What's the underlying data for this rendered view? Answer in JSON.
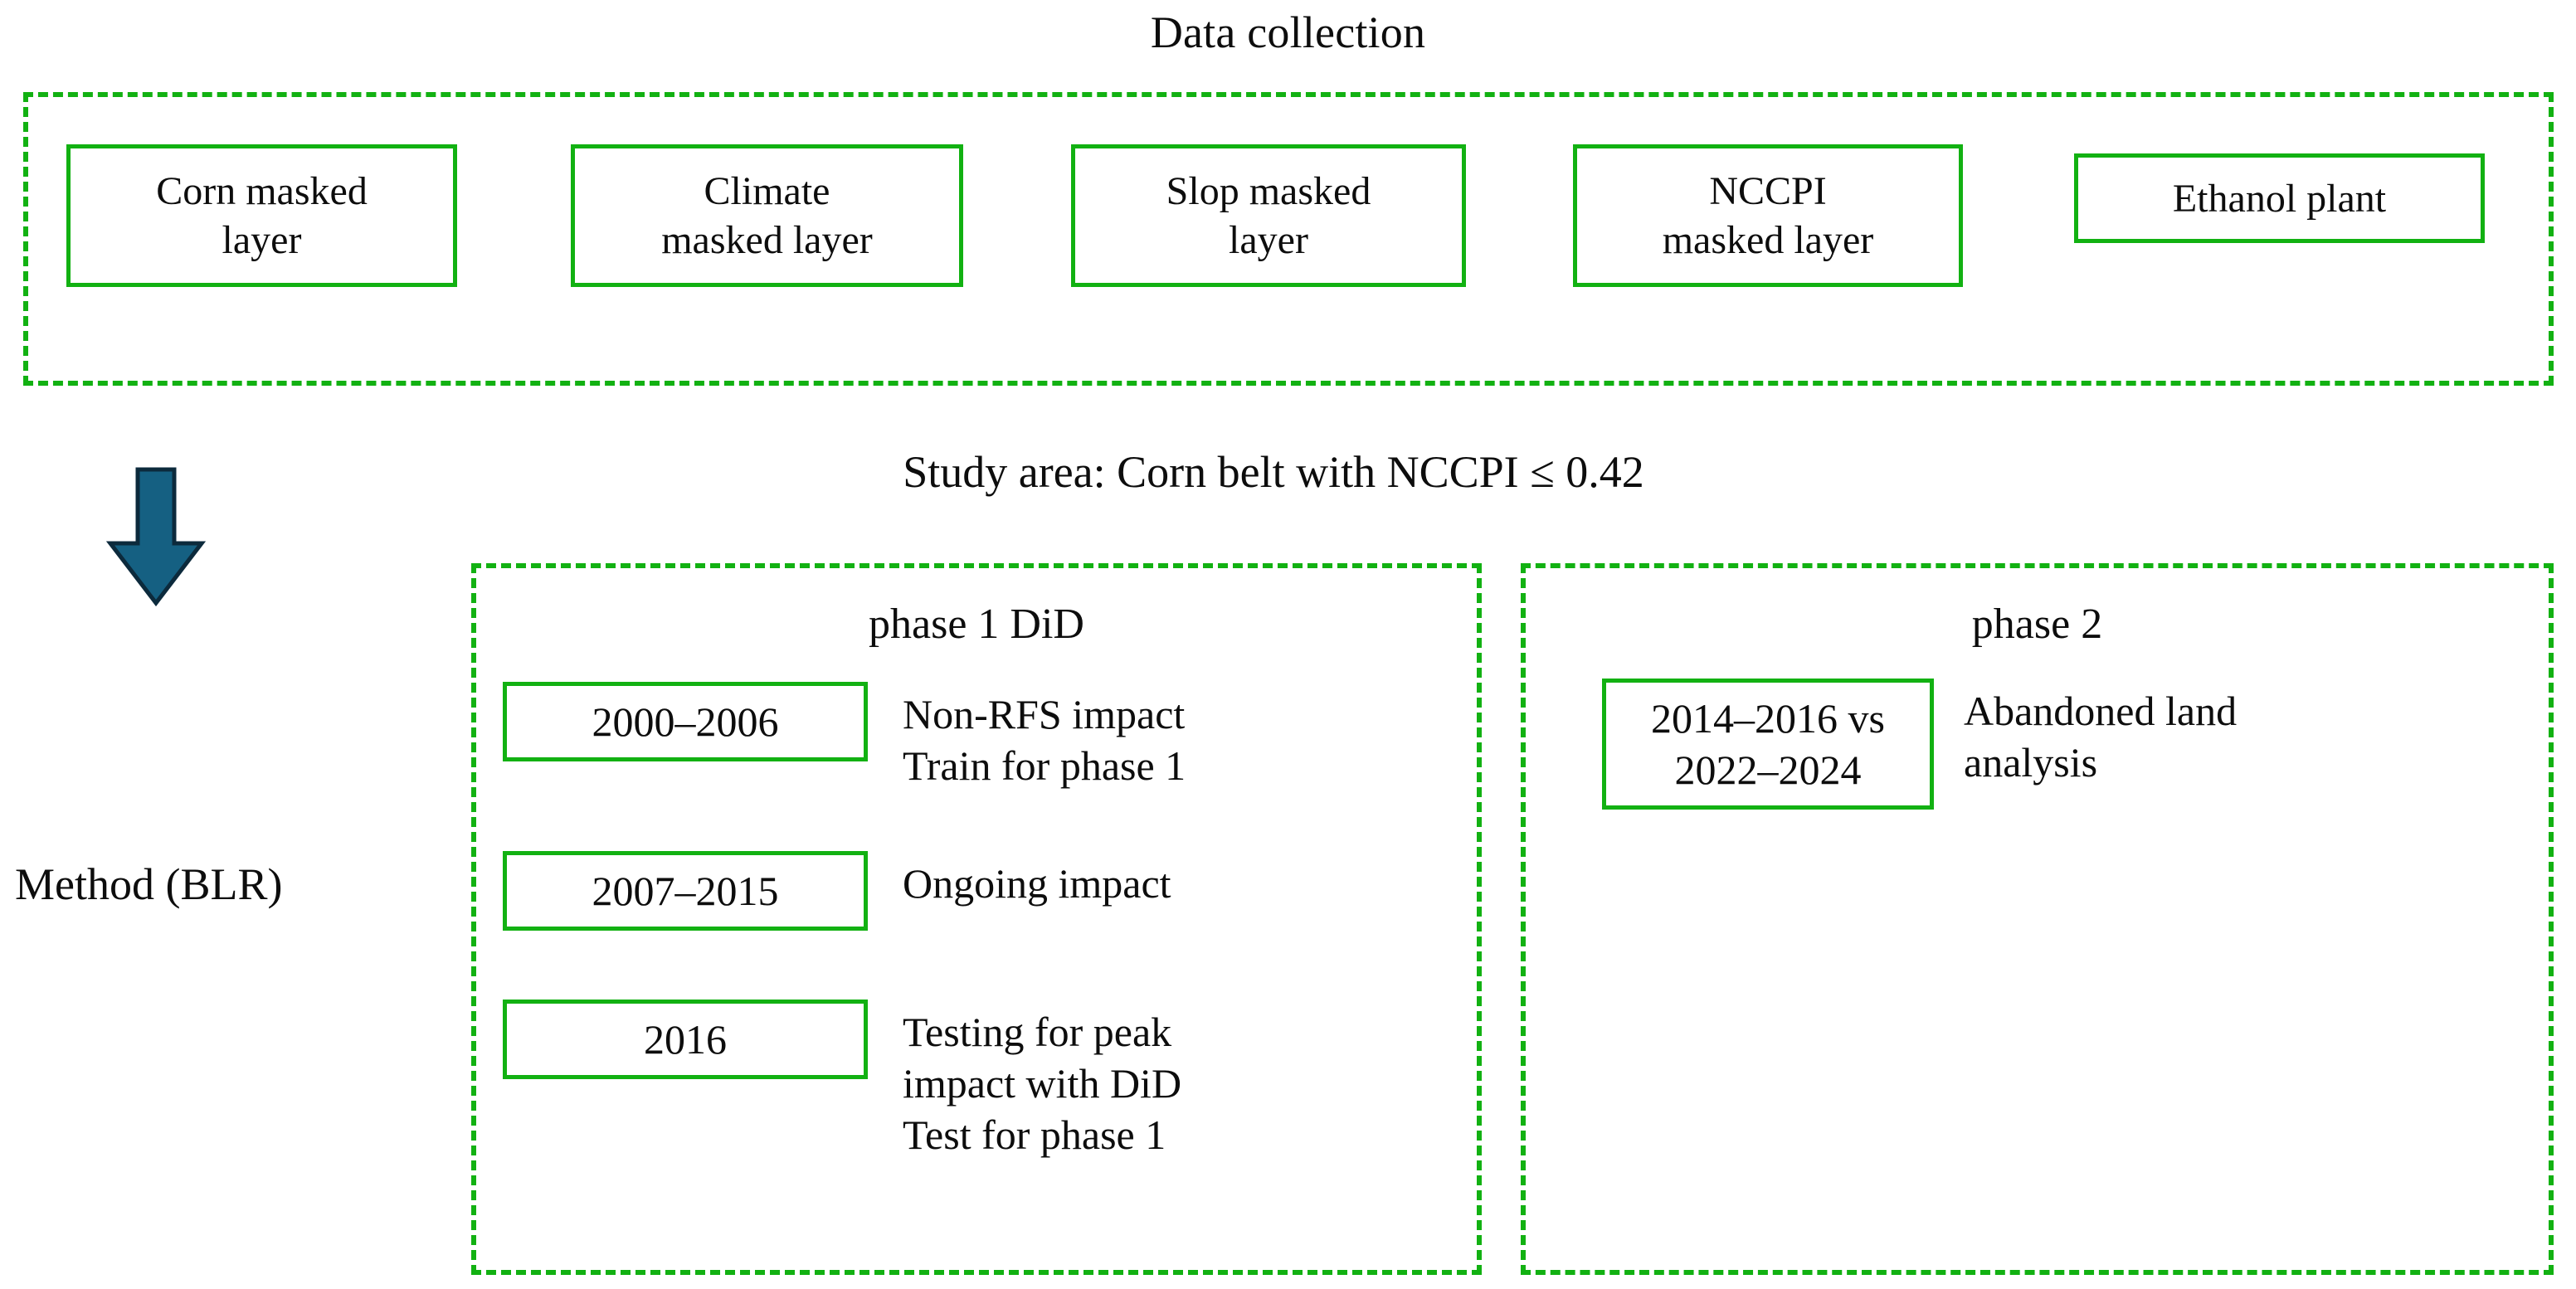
{
  "diagram": {
    "title": "Data collection",
    "study_area_caption": "Study area: Corn belt with NCCPI ≤ 0.42",
    "method_label": "Method (BLR)",
    "accent_green": "#12b112",
    "arrow_fill": "#156082",
    "arrow_stroke": "#0c2a3c",
    "text_color": "#0d0d0d",
    "arrow_icon": "down-arrow-icon"
  },
  "data_collection": {
    "layers": [
      {
        "id": "corn",
        "label": "Corn masked\nlayer"
      },
      {
        "id": "climate",
        "label": "Climate\nmasked layer"
      },
      {
        "id": "slop",
        "label": "Slop masked\nlayer"
      },
      {
        "id": "nccpi",
        "label": "NCCPI\nmasked layer"
      },
      {
        "id": "ethanol",
        "label": "Ethanol plant"
      }
    ]
  },
  "phases": [
    {
      "id": "phase1",
      "title": "phase 1 DiD",
      "rows": [
        {
          "period": "2000–2006",
          "description": "Non-RFS impact\nTrain for phase 1"
        },
        {
          "period": "2007–2015",
          "description": "Ongoing impact"
        },
        {
          "period": "2016",
          "description": "Testing for peak\nimpact with DiD\nTest for phase 1"
        }
      ]
    },
    {
      "id": "phase2",
      "title": "phase 2",
      "rows": [
        {
          "period": "2014–2016 vs\n2022–2024",
          "description": "Abandoned land\nanalysis"
        }
      ]
    }
  ]
}
